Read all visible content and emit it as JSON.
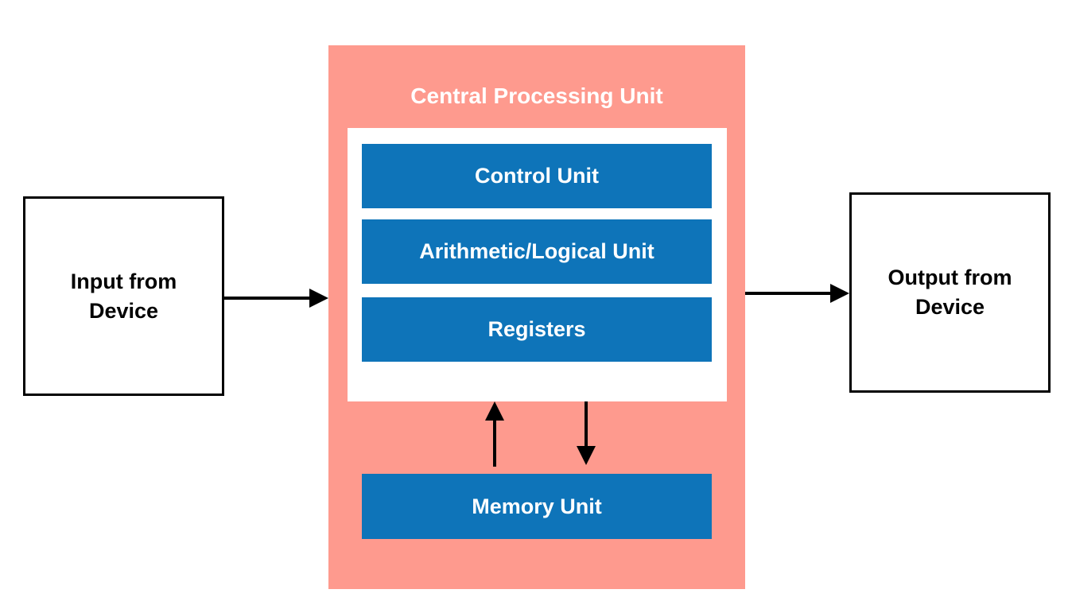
{
  "input": {
    "line1": "Input from",
    "line2": "Device"
  },
  "output": {
    "line1": "Output from",
    "line2": "Device"
  },
  "cpu": {
    "title": "Central Processing Unit",
    "units": {
      "control": "Control Unit",
      "alu": "Arithmetic/Logical Unit",
      "registers": "Registers"
    },
    "memory": "Memory Unit"
  },
  "colors": {
    "cpu_panel": "#fe9a8e",
    "unit_fill": "#0e74b9",
    "unit_text": "#ffffff",
    "border": "#000000"
  }
}
